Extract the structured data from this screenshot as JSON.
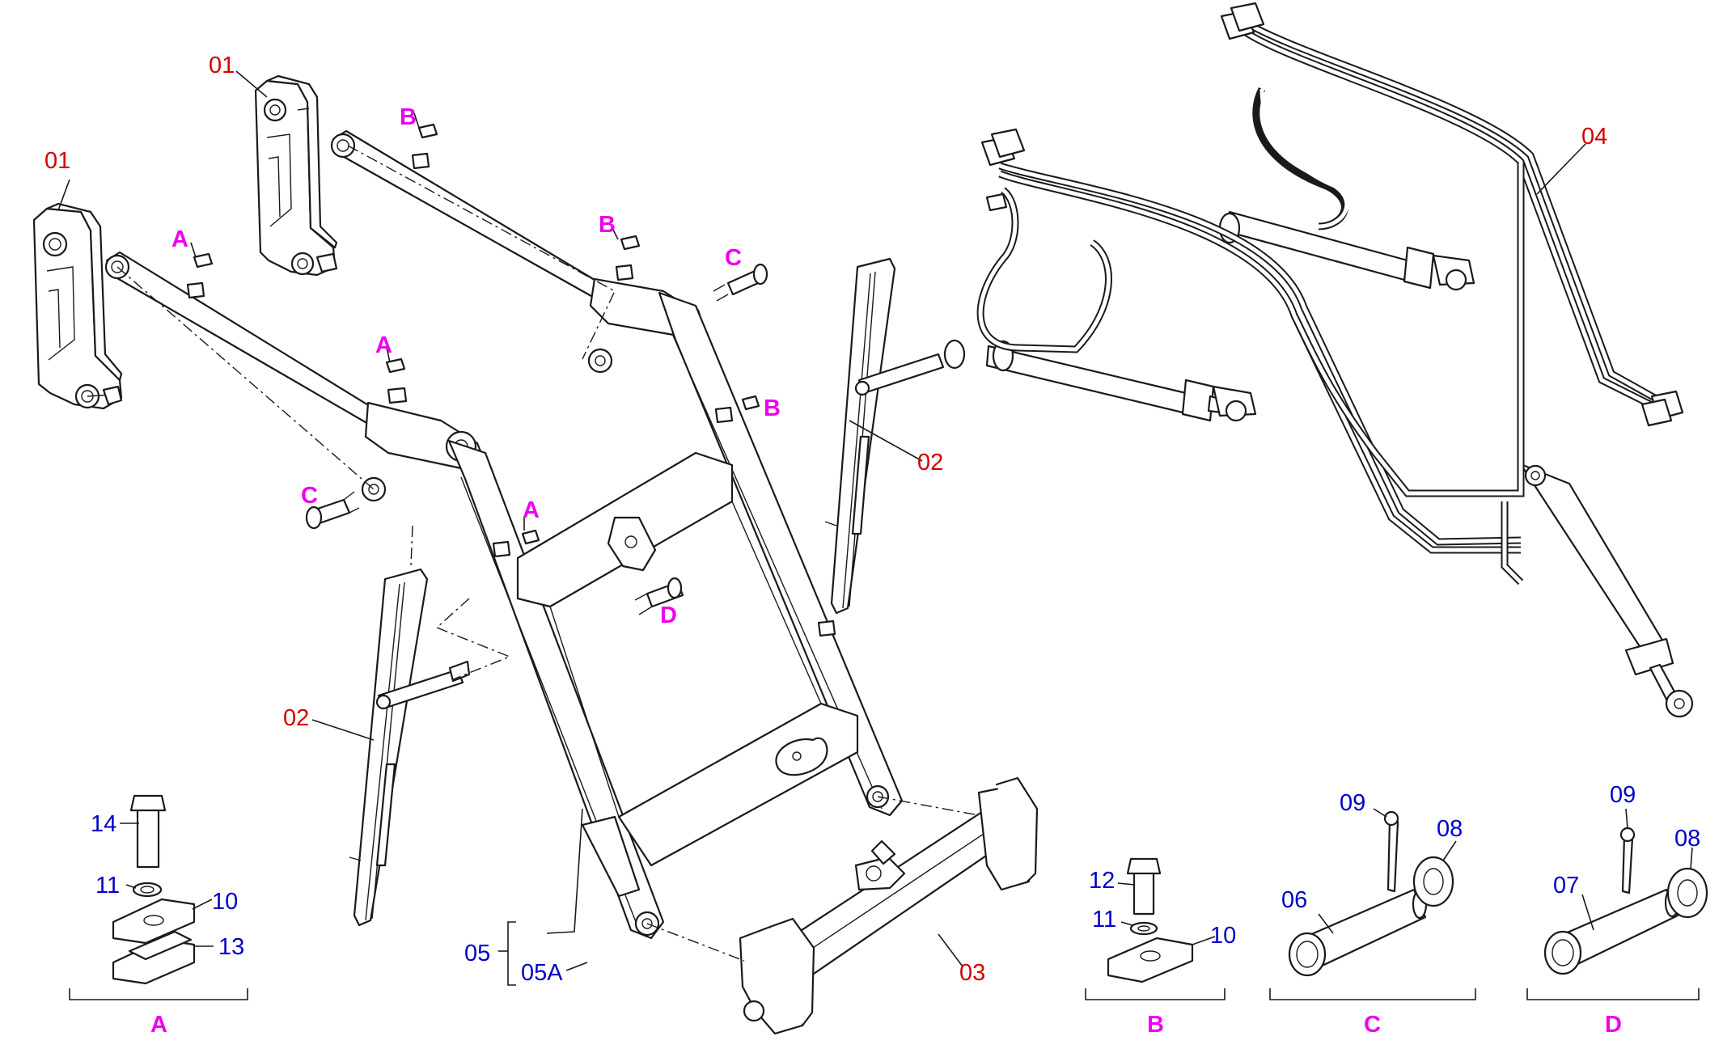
{
  "colors": {
    "assembly_label": "#d40000",
    "part_label": "#0000c8",
    "detail_label": "#ee00ee",
    "line": "#1a1a1a",
    "background": "#ffffff"
  },
  "labels": {
    "assembly": {
      "l01a": "01",
      "l01b": "01",
      "l02a": "02",
      "l02b": "02",
      "l03": "03",
      "l04": "04"
    },
    "parts": {
      "l05": "05",
      "l05a": "05A",
      "l06": "06",
      "l07": "07",
      "l08c": "08",
      "l08d": "08",
      "l09c": "09",
      "l09d": "09",
      "l10a": "10",
      "l10b": "10",
      "l11a": "11",
      "l11b": "11",
      "l12": "12",
      "l13": "13",
      "l14": "14"
    },
    "callouts": {
      "a1": "A",
      "a2": "A",
      "a3": "A",
      "b1": "B",
      "b2": "B",
      "b3": "B",
      "c1": "C",
      "c2": "C",
      "d1": "D"
    },
    "details": {
      "A": "A",
      "B": "B",
      "C": "C",
      "D": "D"
    }
  }
}
